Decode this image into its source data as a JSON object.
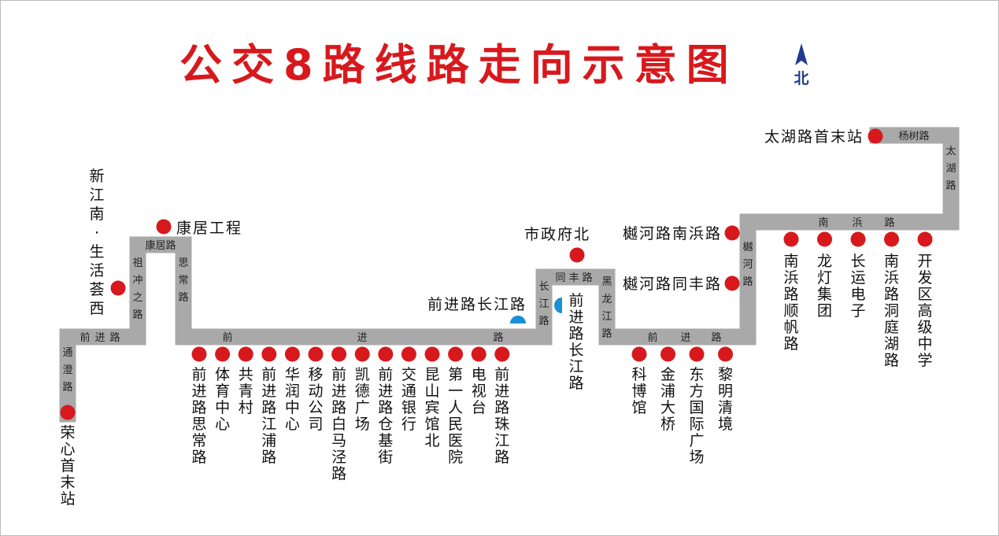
{
  "title": "公交8路线路走向示意图",
  "north_label": "北",
  "colors": {
    "title": "#d7191d",
    "route": "#a9a9a9",
    "stop": "#d7191d",
    "transfer": "#1a8fd6",
    "north": "#1f3a8f"
  },
  "road_labels": [
    {
      "id": "tongcheng",
      "text": "通澄路"
    },
    {
      "id": "qianjin-a",
      "text": "前进路"
    },
    {
      "id": "zuchongzhi",
      "text": "祖冲之路"
    },
    {
      "id": "kangju",
      "text": "康居路"
    },
    {
      "id": "sichang",
      "text": "思常路"
    },
    {
      "id": "qianjin-b-1",
      "text": "前"
    },
    {
      "id": "qianjin-b-2",
      "text": "进"
    },
    {
      "id": "qianjin-b-3",
      "text": "路"
    },
    {
      "id": "changjiang",
      "text": "长江路"
    },
    {
      "id": "tongfeng",
      "text": "同丰路"
    },
    {
      "id": "heilongjiang",
      "text": "黑龙江路"
    },
    {
      "id": "qianjin-c-1",
      "text": "前"
    },
    {
      "id": "qianjin-c-2",
      "text": "进"
    },
    {
      "id": "qianjin-c-3",
      "text": "路"
    },
    {
      "id": "xiehe",
      "text": "樾河路"
    },
    {
      "id": "nanbin-1",
      "text": "南"
    },
    {
      "id": "nanbin-2",
      "text": "浜"
    },
    {
      "id": "nanbin-3",
      "text": "路"
    },
    {
      "id": "taihu",
      "text": "太湖路"
    },
    {
      "id": "yangshu",
      "text": "杨树路"
    }
  ],
  "stops": [
    {
      "id": "s01",
      "name": "荣心首末站"
    },
    {
      "id": "s02",
      "name": "新江南·生活荟西"
    },
    {
      "id": "s03",
      "name": "康居工程"
    },
    {
      "id": "s04",
      "name": "前进路思常路"
    },
    {
      "id": "s05",
      "name": "体育中心"
    },
    {
      "id": "s06",
      "name": "共青村"
    },
    {
      "id": "s07",
      "name": "前进路江浦路"
    },
    {
      "id": "s08",
      "name": "华润中心"
    },
    {
      "id": "s09",
      "name": "移动公司"
    },
    {
      "id": "s10",
      "name": "前进路白马泾路"
    },
    {
      "id": "s11",
      "name": "凯德广场"
    },
    {
      "id": "s12",
      "name": "前进路仓基街"
    },
    {
      "id": "s13",
      "name": "交通银行"
    },
    {
      "id": "s14",
      "name": "昆山宾馆北"
    },
    {
      "id": "s15",
      "name": "第一人民医院"
    },
    {
      "id": "s16",
      "name": "电视台"
    },
    {
      "id": "s17",
      "name": "前进路珠江路"
    },
    {
      "id": "s18",
      "name": "前进路长江路"
    },
    {
      "id": "s19",
      "name": "前进路长江路"
    },
    {
      "id": "s20",
      "name": "市政府北"
    },
    {
      "id": "s21",
      "name": "科博馆"
    },
    {
      "id": "s22",
      "name": "金浦大桥"
    },
    {
      "id": "s23",
      "name": "东方国际广场"
    },
    {
      "id": "s24",
      "name": "黎明清境"
    },
    {
      "id": "s25",
      "name": "樾河路同丰路"
    },
    {
      "id": "s26",
      "name": "樾河路南浜路"
    },
    {
      "id": "s27",
      "name": "南浜路顺帆路"
    },
    {
      "id": "s28",
      "name": "龙灯集团"
    },
    {
      "id": "s29",
      "name": "长运电子"
    },
    {
      "id": "s30",
      "name": "南浜路洞庭湖路"
    },
    {
      "id": "s31",
      "name": "开发区高级中学"
    },
    {
      "id": "s32",
      "name": "太湖路首末站"
    }
  ]
}
